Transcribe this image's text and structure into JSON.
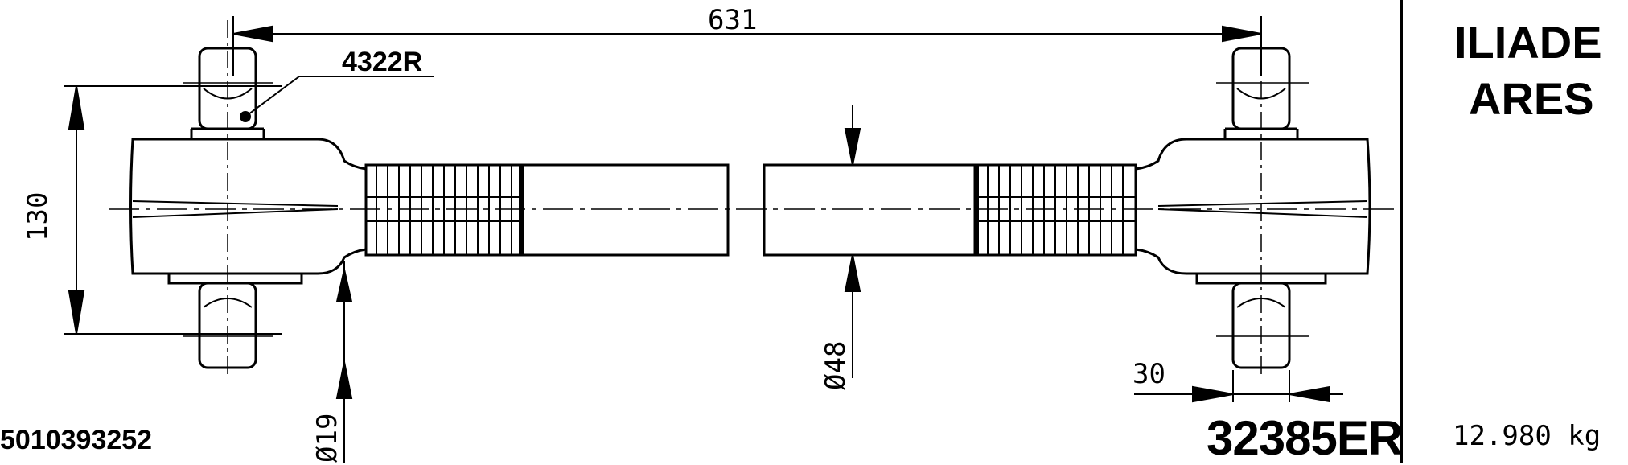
{
  "dimensions": {
    "length": "631",
    "height": "130",
    "tube_diameter": "Ø48",
    "pin_diameter": "Ø19",
    "offset": "30"
  },
  "labels": {
    "bushing_code": "4322R",
    "ean_code": "5010393252",
    "part_number": "32385ER",
    "weight": "12.980 kg"
  },
  "side_panel": {
    "model_line_1": "ILIADE",
    "model_line_2": "ARES"
  }
}
